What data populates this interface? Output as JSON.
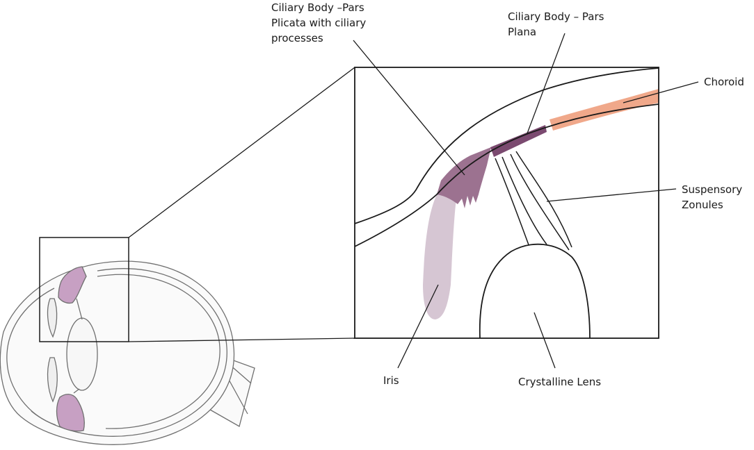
{
  "labels": {
    "ciliary_plicata": "Ciliary Body –Pars\nPlicata with ciliary\nprocesses",
    "ciliary_plana": "Ciliary Body – Pars\nPlana",
    "choroid": "Choroid",
    "zonules": "Suspensory\nZonules",
    "iris": "Iris",
    "lens": "Crystalline Lens"
  },
  "colors": {
    "ciliary_plicata": "#9c7290",
    "ciliary_plana": "#7b4a70",
    "choroid": "#f0a88a",
    "iris": "#d6c6d3",
    "eye_ciliary": "#c7a0c3",
    "outline": "#1a1a1a"
  }
}
